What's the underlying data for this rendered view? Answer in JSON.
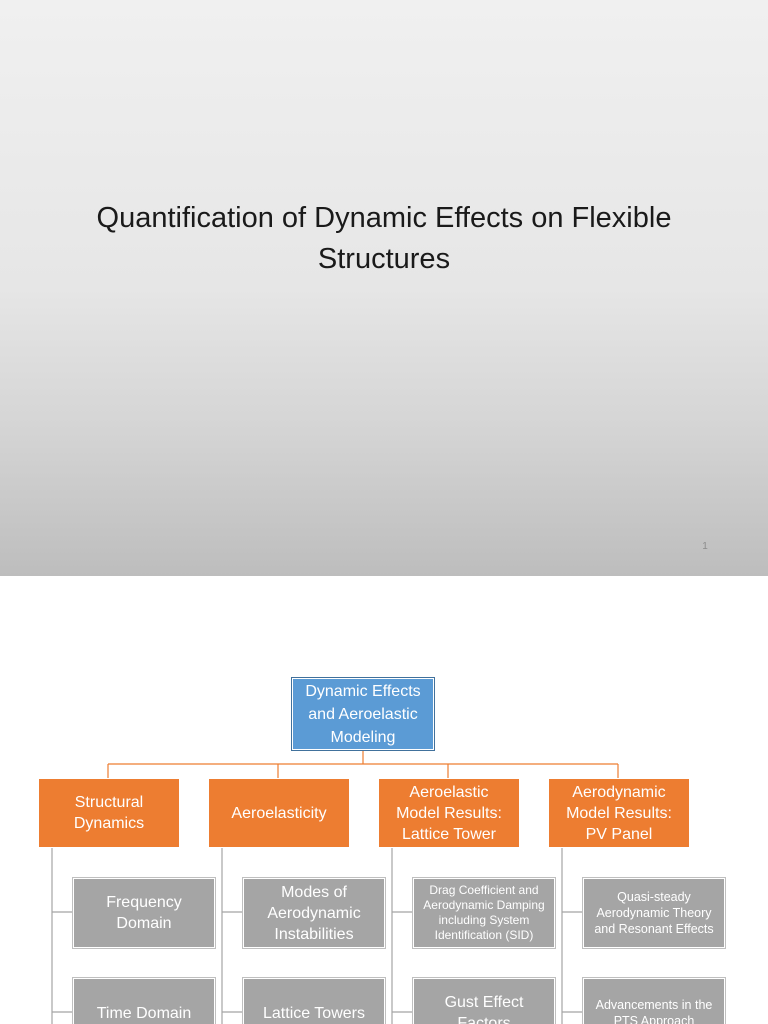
{
  "slide1": {
    "title_line1": "Quantification of Dynamic Effects on Flexible",
    "title_line2": "Structures",
    "page_number": "1"
  },
  "diagram": {
    "root": {
      "line1": "Dynamic Effects",
      "line2": "and Aeroelastic",
      "line3": "Modeling"
    },
    "categories": [
      {
        "lines": [
          "Structural",
          "Dynamics"
        ],
        "children": [
          [
            "Frequency",
            "Domain"
          ],
          [
            "Time Domain"
          ]
        ]
      },
      {
        "lines": [
          "Aeroelasticity"
        ],
        "children": [
          [
            "Modes of",
            "Aerodynamic",
            "Instabilities"
          ],
          [
            "Lattice Towers"
          ]
        ]
      },
      {
        "lines": [
          "Aeroelastic",
          "Model Results:",
          "Lattice Tower"
        ],
        "children": [
          [
            "Drag Coefficient and",
            "Aerodynamic Damping",
            "including System",
            "Identification (SID)"
          ],
          [
            "Gust Effect",
            "Factors"
          ]
        ]
      },
      {
        "lines": [
          "Aerodynamic",
          "Model Results:",
          "PV Panel"
        ],
        "children": [
          [
            "Quasi-steady",
            "Aerodynamic Theory",
            "and Resonant Effects"
          ],
          [
            "Advancements in the",
            "PTS Approach"
          ]
        ]
      }
    ]
  },
  "colors": {
    "root_fill": "#5b9bd5",
    "category_fill": "#ed7d31",
    "child_fill": "#a5a5a5",
    "root_connector": "#ed7d31",
    "child_connector": "#a5a5a5"
  }
}
